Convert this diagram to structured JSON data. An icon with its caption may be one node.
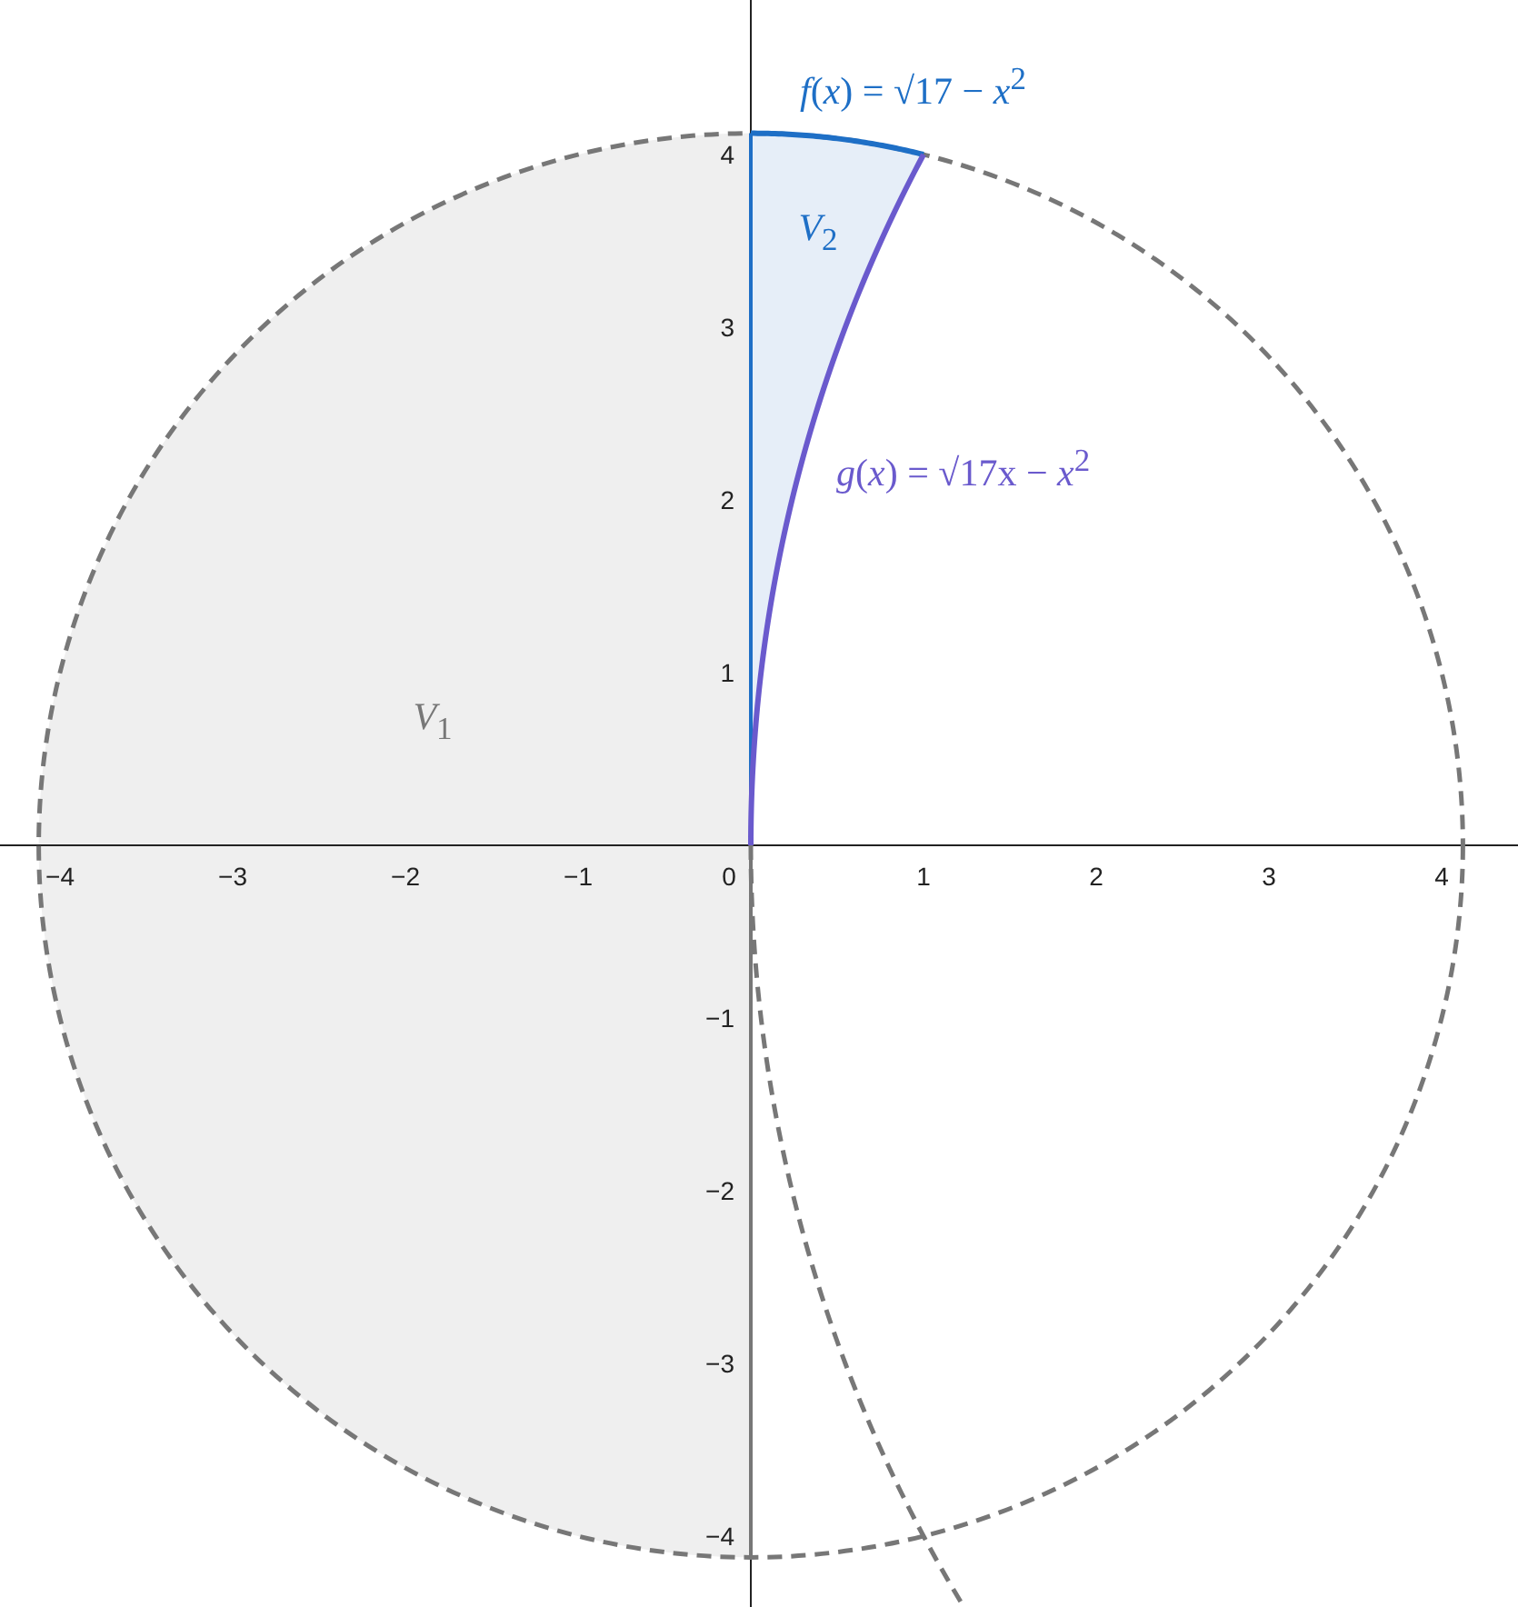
{
  "diagram": {
    "labels": [
      "*f*(*x*) = √17 − *x*$^{2}$",
      "4",
      "*V*$_{2}$",
      "3",
      "*g*(*x*) = √17x − *x*$^{2}$",
      "2",
      "1",
      "*V*$_{1}$",
      "−4",
      "−3",
      "−2",
      "−1",
      "0",
      "1",
      "2",
      "3",
      "4",
      "−1",
      "−2",
      "−3",
      "−4"
    ]
  }
}
